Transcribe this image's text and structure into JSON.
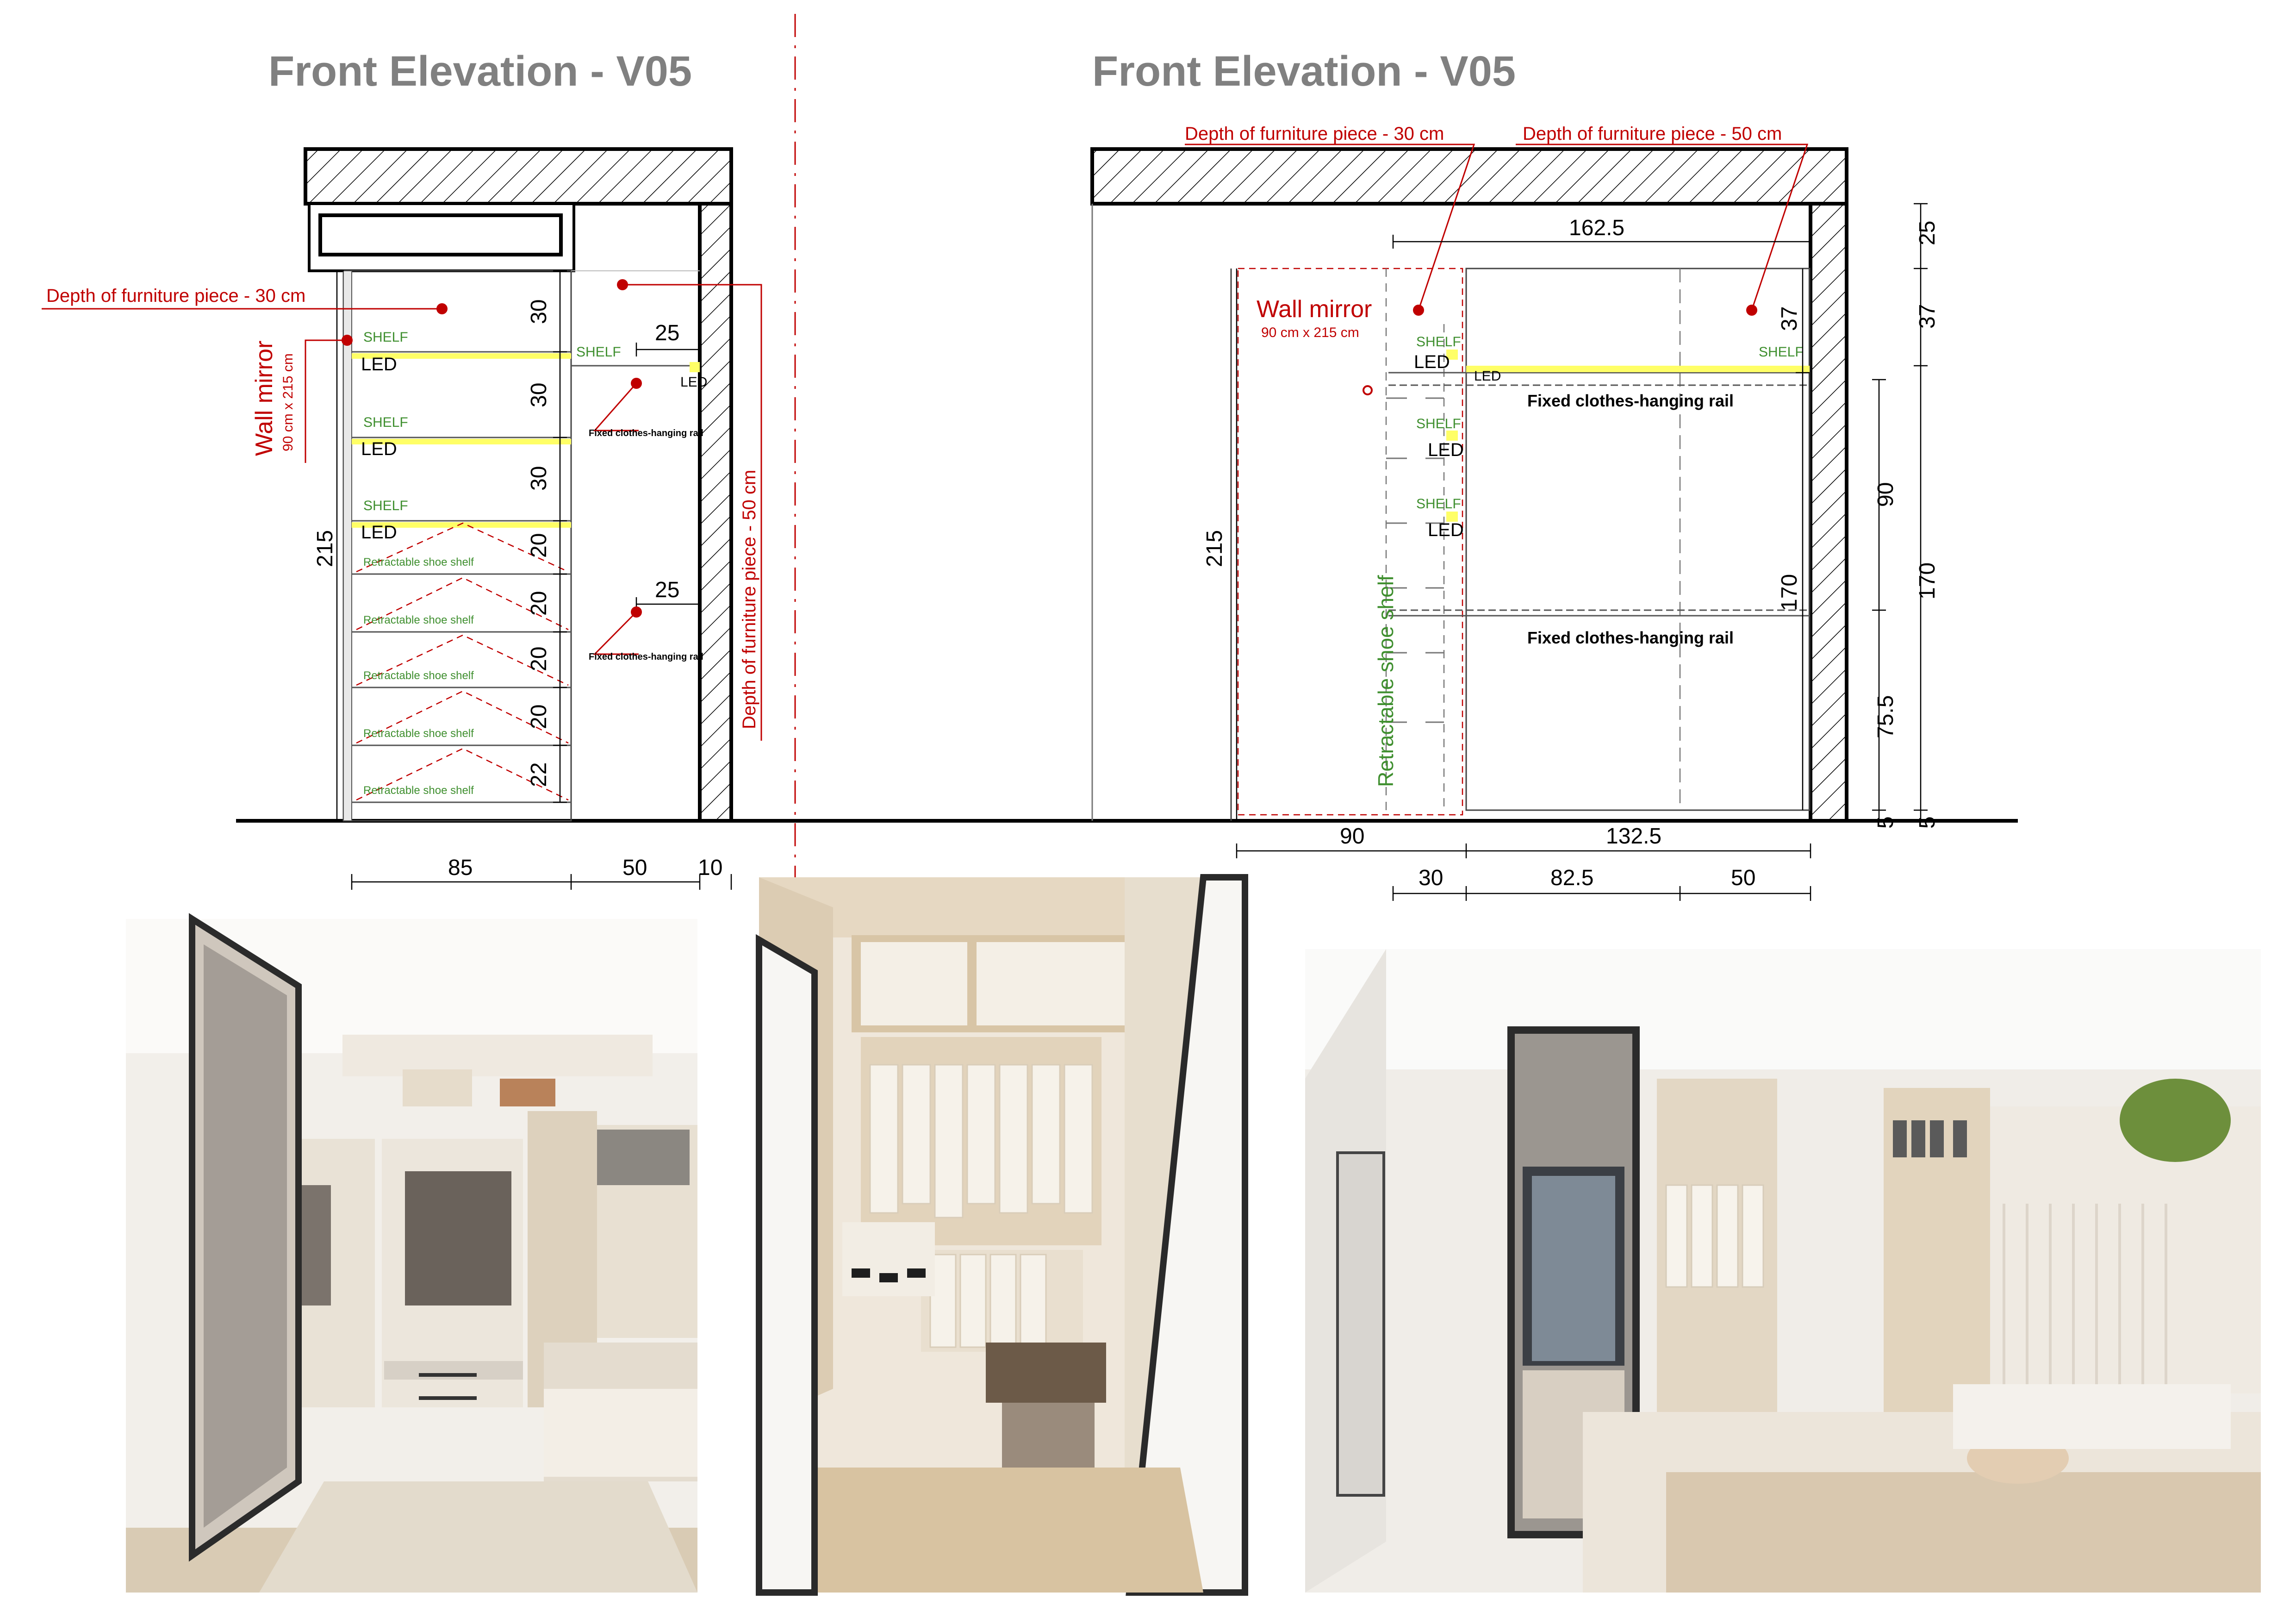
{
  "titles": {
    "left": "Front Elevation -  V05",
    "right": "Front Elevation -  V05"
  },
  "left_elevation": {
    "depth_30": "Depth of furniture piece - 30 cm",
    "depth_50": "Depth of furniture piece - 50 cm",
    "wall_mirror": "Wall mirror",
    "mirror_size": "90 cm x 215 cm",
    "shelf": "SHELF",
    "led": "LED",
    "shoe_shelf": "Retractable shoe shelf",
    "rail": "Fixed clothes-hanging rail",
    "height_total": "215",
    "segments": [
      "30",
      "30",
      "30",
      "20",
      "20",
      "20",
      "20",
      "22"
    ],
    "rail_depth": "25",
    "bottom_dims": [
      "85",
      "50",
      "10"
    ]
  },
  "right_elevation": {
    "depth_30": "Depth of furniture piece - 30 cm",
    "depth_50": "Depth of furniture piece - 50 cm",
    "wall_mirror": "Wall mirror",
    "mirror_size": "90 cm x 215 cm",
    "shelf": "SHELF",
    "led": "LED",
    "shoe_shelf": "Retractable shoe shelf",
    "rail": "Fixed clothes-hanging rail",
    "top_width": "162.5",
    "mirror_height": "215",
    "cabinet_height": "170",
    "top_gap": "37",
    "outer_dims": [
      "25",
      "37",
      "90",
      "170",
      "75.5",
      "5",
      "5"
    ],
    "bottom_row1": [
      "90",
      "132.5"
    ],
    "bottom_row2": [
      "30",
      "82.5",
      "50"
    ]
  },
  "photos": [
    {
      "name": "bedroom-wardrobe-render"
    },
    {
      "name": "walk-in-closet-render"
    },
    {
      "name": "bedroom-mirror-render"
    }
  ],
  "colors": {
    "title": "#808080",
    "annotation": "#c00000",
    "label_green": "#3f8f2f",
    "led": "#ffff66"
  }
}
